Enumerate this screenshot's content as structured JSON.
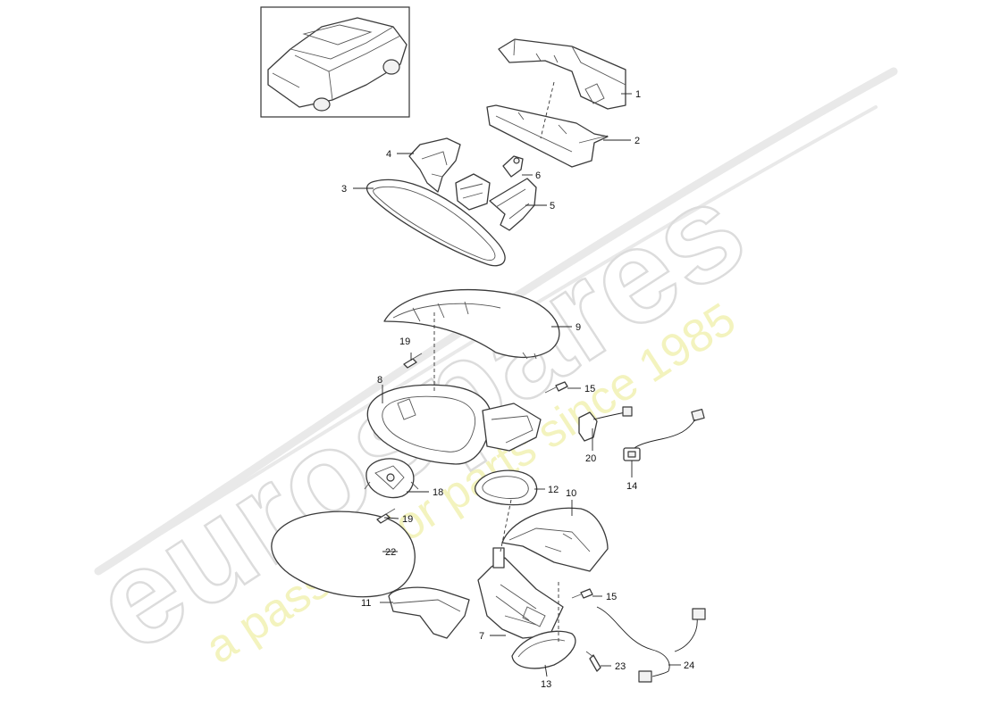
{
  "watermark": {
    "brand": "eurospares",
    "tagline": "a passion for parts since 1985"
  },
  "thumbnail": {
    "icon": "car-suv-icon"
  },
  "callouts": {
    "c1": "1",
    "c2": "2",
    "c3": "3",
    "c4": "4",
    "c5": "5",
    "c6": "6",
    "c7": "7",
    "c8": "8",
    "c9": "9",
    "c10": "10",
    "c11": "11",
    "c12": "12",
    "c13": "13",
    "c14": "14",
    "c15a": "15",
    "c15b": "15",
    "c18": "18",
    "c19a": "19",
    "c19b": "19",
    "c20": "20",
    "c22": "22",
    "c23": "23",
    "c24": "24"
  }
}
